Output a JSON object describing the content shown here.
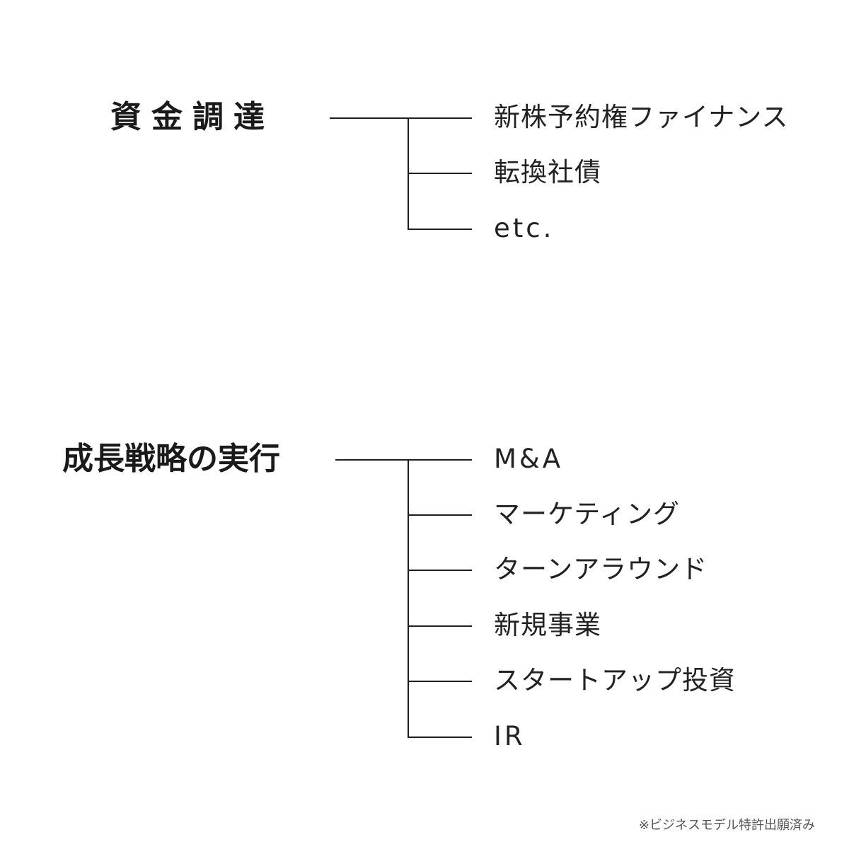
{
  "groups": [
    {
      "heading": "資金調達",
      "items": [
        "新株予約権ファイナンス",
        "転換社債",
        "etc."
      ]
    },
    {
      "heading": "成長戦略の実行",
      "items": [
        "M&A",
        "マーケティング",
        "ターンアラウンド",
        "新規事業",
        "スタートアップ投資",
        "IR"
      ]
    }
  ],
  "footnote": "※ビジネスモデル特許出願済み"
}
